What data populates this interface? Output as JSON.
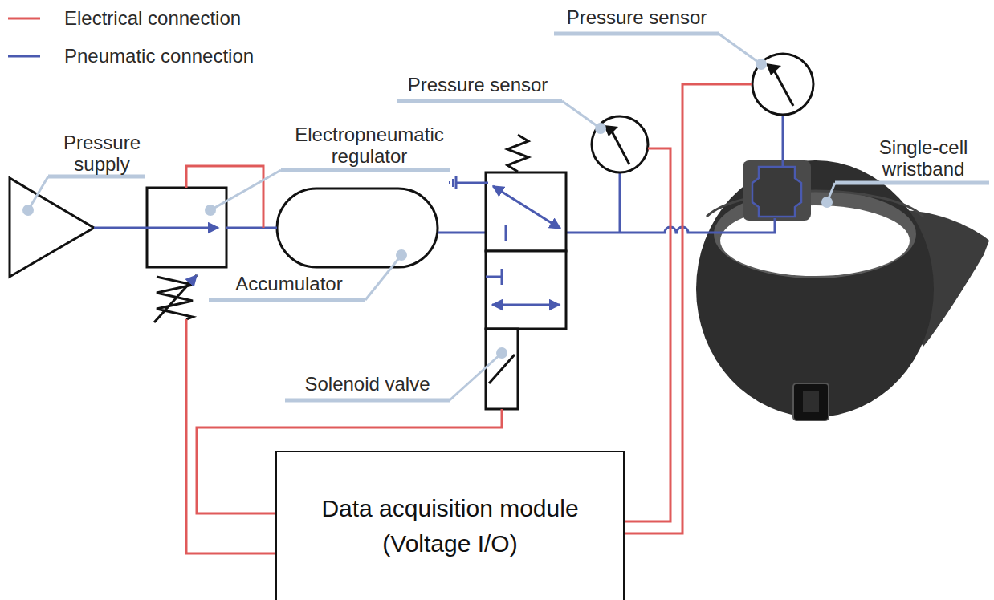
{
  "diagram": {
    "nodes": [
      {
        "text": [
          "Data acquisition module (Voltage I/O)"
        ]
      }
    ],
    "labels": [
      "Pressure sensor",
      "Pressure sensor",
      "Pressure supply",
      "Electropneumatic regulator",
      "Single-cell wristband",
      "Accumulator",
      "Solenoid valve"
    ],
    "legend": [
      {
        "text": "Electrical connection"
      },
      {
        "text": "Pneumatic connection"
      }
    ]
  }
}
